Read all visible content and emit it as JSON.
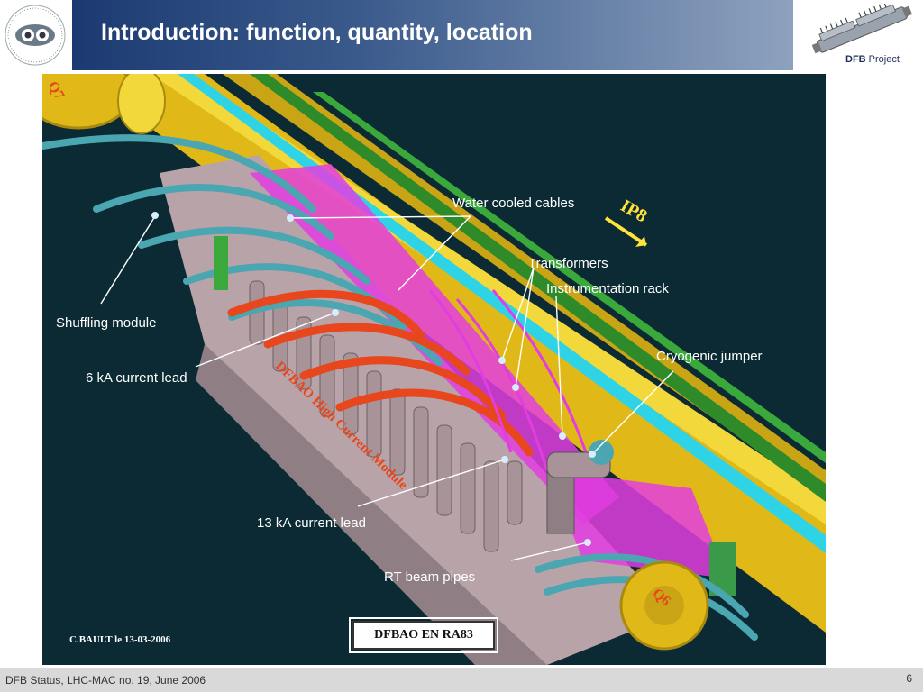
{
  "header": {
    "title": "Introduction: function, quantity, location",
    "logo_right_bold": "DFB",
    "logo_right_text": "Project"
  },
  "figure": {
    "labels": {
      "water_cooled_cables": "Water cooled cables",
      "transformers": "Transformers",
      "instrumentation_rack": "Instrumentation rack",
      "cryogenic_jumper": "Cryogenic jumper",
      "shuffling_module": "Shuffling module",
      "current_lead_6ka": "6 kA current lead",
      "current_lead_13ka": "13 kA current lead",
      "rt_beam_pipes": "RT beam pipes"
    },
    "marks": {
      "ip8": "IP8",
      "q7": "Q7",
      "q6": "Q6",
      "module_name": "DFBAO High Current Module"
    },
    "credit": "C.BAULT le 13-03-2006",
    "badge": "DFBAO EN RA83"
  },
  "footer": {
    "left": "DFB Status, LHC-MAC no. 19, June 2006",
    "page": "6"
  },
  "colors": {
    "background": "#0b2a33",
    "yellow_beam": "#e8c21a",
    "cyan_pipe": "#2fd3e6",
    "orange_lead": "#e8461c",
    "magenta_part": "#e23de0",
    "grey_body": "#b8a4a8",
    "teal_cable": "#4aa6b0"
  }
}
